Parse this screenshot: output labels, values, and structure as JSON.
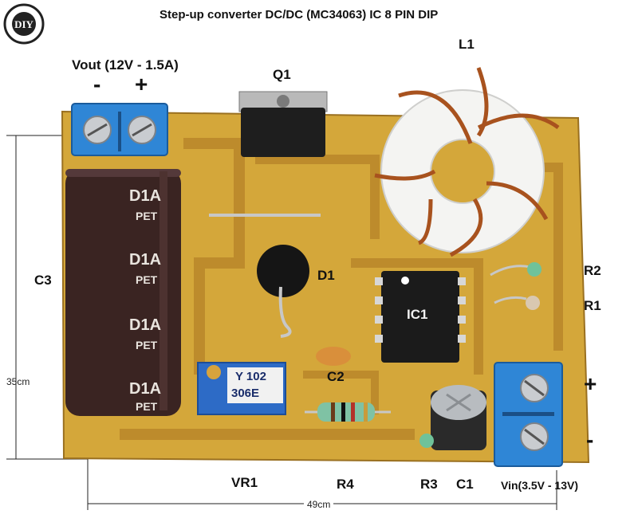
{
  "title": "Step-up converter DC/DC (MC34063) IC 8 PIN DIP",
  "logo_text": "DIY",
  "labels": {
    "vout": "Vout (12V - 1.5A)",
    "vout_minus": "-",
    "vout_plus": "+",
    "q1": "Q1",
    "l1": "L1",
    "c3": "C3",
    "d1": "D1",
    "r2": "R2",
    "r1": "R1",
    "ic1": "IC1",
    "c2": "C2",
    "vr1": "VR1",
    "r4": "R4",
    "r3": "R3",
    "c1": "C1",
    "vin": "Vin(3.5V - 13V)",
    "vin_plus": "+",
    "vin_minus": "-"
  },
  "dimensions": {
    "height": "35cm",
    "width": "49cm"
  },
  "capacitor_print": [
    "D1A",
    "PET",
    "D1A",
    "PET",
    "D1A",
    "PET",
    "D1A",
    "PET"
  ],
  "trimmer_print": [
    "Y 102",
    "306E"
  ],
  "colors": {
    "pcb": "#d4a73a",
    "trace": "#b8862a",
    "terminal_blue": "#2f86d6",
    "capacitor_body": "#3a2422",
    "toroid": "#f4f4f2",
    "copper_wire": "#a8521e"
  }
}
